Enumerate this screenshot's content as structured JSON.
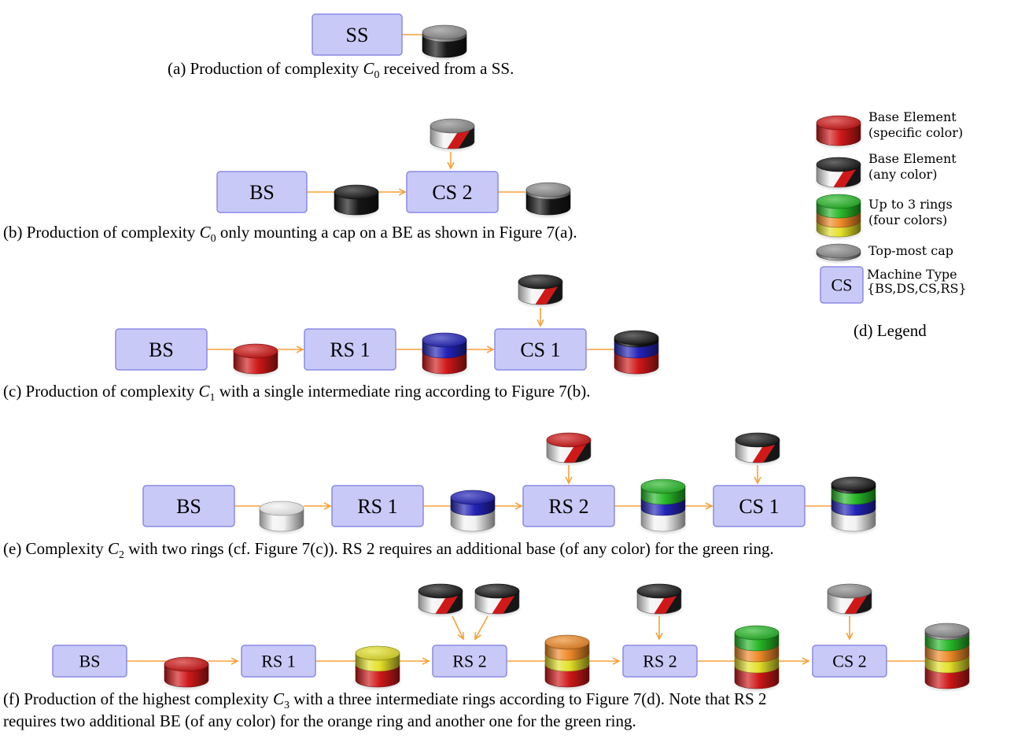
{
  "colors": {
    "machine_fill": "#c9c9f7",
    "machine_stroke": "#8a8ae6",
    "arrow": "#f5a13a",
    "red": "#d01818",
    "black": "#161616",
    "gray": "#8d8d8d",
    "white": "#f2f2f2",
    "blue": "#2323b8",
    "green": "#28b828",
    "orange": "#ee8a28",
    "yellow": "#e4e02a"
  },
  "diagrams": [
    {
      "id": "a",
      "caption_prefix": "(a)  Production of complexity ",
      "caption_var": "C",
      "caption_sub": "0",
      "caption_suffix": " received from a SS.",
      "machines": [
        "SS"
      ]
    },
    {
      "id": "b",
      "caption_prefix": "(b)  Production of complexity ",
      "caption_var": "C",
      "caption_sub": "0",
      "caption_suffix": " only mounting a cap on a BE as shown in Figure 7(a).",
      "machines": [
        "BS",
        "CS 2"
      ]
    },
    {
      "id": "c",
      "caption_prefix": "(c)  Production of complexity ",
      "caption_var": "C",
      "caption_sub": "1",
      "caption_suffix": " with a single intermediate ring according to Figure 7(b).",
      "machines": [
        "BS",
        "RS 1",
        "CS 1"
      ]
    },
    {
      "id": "e",
      "caption_prefix": "(e)  Complexity ",
      "caption_var": "C",
      "caption_sub": "2",
      "caption_suffix": " with two rings (cf. Figure 7(c)). RS 2 requires an additional base (of any color) for the green ring.",
      "machines": [
        "BS",
        "RS 1",
        "RS 2",
        "CS 1"
      ]
    },
    {
      "id": "f",
      "caption_prefix": "(f)  Production of the highest complexity ",
      "caption_var": "C",
      "caption_sub": "3",
      "caption_suffix": " with a three intermediate rings according to Figure 7(d).  Note that RS 2",
      "caption_line2": "requires two additional BE (of any color) for the orange ring and another one for the green ring.",
      "machines": [
        "BS",
        "RS 1",
        "RS 2",
        "RS 2",
        "CS 2"
      ]
    }
  ],
  "legend": {
    "caption": "(d)  Legend",
    "items": [
      {
        "line1": "Base Element",
        "line2": "(specific color)"
      },
      {
        "line1": "Base Element",
        "line2": "(any color)"
      },
      {
        "line1": "Up to 3 rings",
        "line2": "(four colors)"
      },
      {
        "line1": "Top-most cap",
        "line2": ""
      },
      {
        "line1": "Machine Type",
        "line2": "{BS,DS,CS,RS}",
        "box_label": "CS"
      }
    ]
  }
}
